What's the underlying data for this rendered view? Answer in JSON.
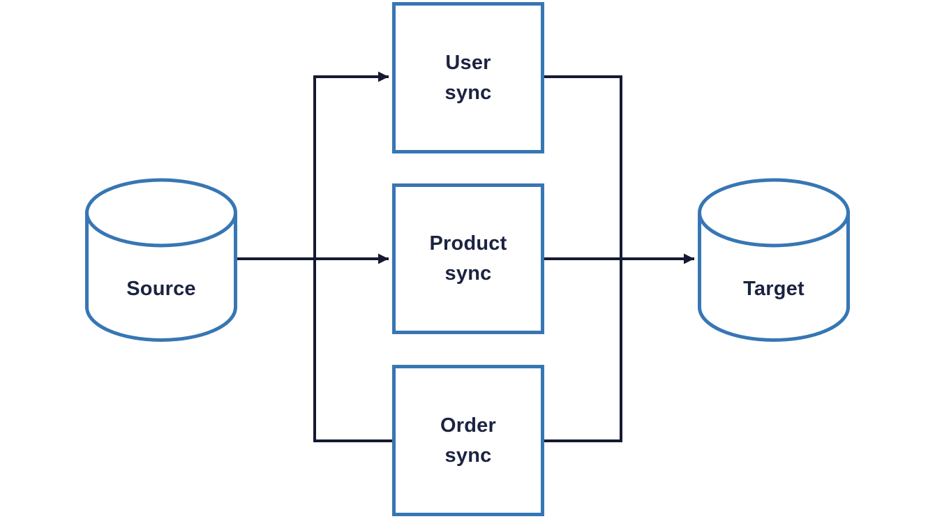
{
  "diagram": {
    "kind": "data-sync-flow",
    "nodes": {
      "source": {
        "label": "Source",
        "shape": "cylinder"
      },
      "user_sync": {
        "label": "User\nsync",
        "shape": "rect"
      },
      "product_sync": {
        "label": "Product\nsync",
        "shape": "rect"
      },
      "order_sync": {
        "label": "Order\nsync",
        "shape": "rect"
      },
      "target": {
        "label": "Target",
        "shape": "cylinder"
      }
    },
    "edges": [
      {
        "from": "source",
        "to": "user_sync",
        "arrowhead": true
      },
      {
        "from": "source",
        "to": "product_sync",
        "arrowhead": true
      },
      {
        "from": "source",
        "to": "order_sync",
        "arrowhead": false
      },
      {
        "from": "user_sync",
        "to": "target",
        "arrowhead": false
      },
      {
        "from": "product_sync",
        "to": "target",
        "arrowhead": true
      },
      {
        "from": "order_sync",
        "to": "target",
        "arrowhead": false
      }
    ],
    "colors": {
      "node_stroke": "#3776b4",
      "edge": "#141a32",
      "label": "#1b2341",
      "background": "#ffffff"
    }
  }
}
